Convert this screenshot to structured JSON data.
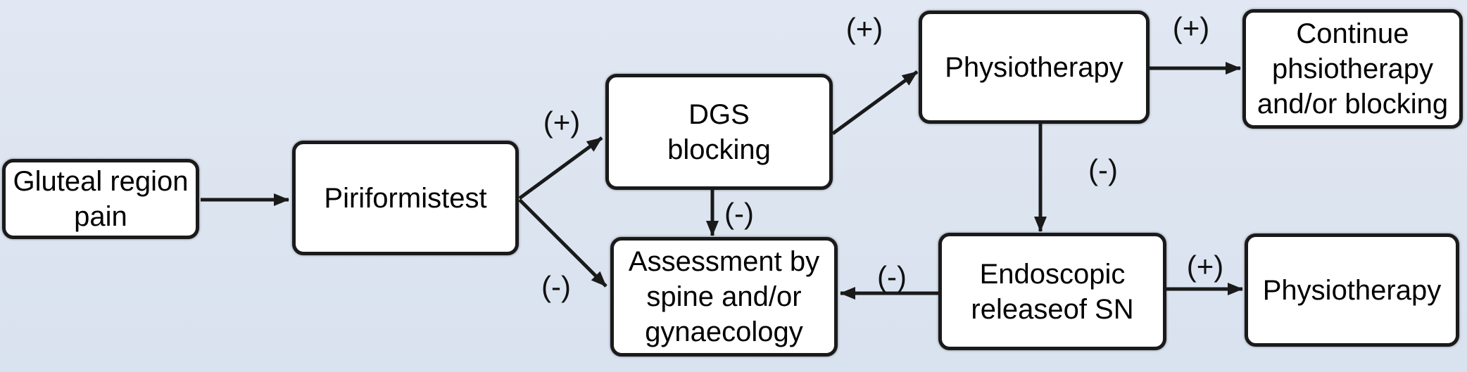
{
  "diagram": {
    "type": "flowchart",
    "colors": {
      "background": "#dde4f0",
      "node_fill": "#ffffff",
      "node_border": "#1a1a1a",
      "arrow": "#1a1a1a",
      "text": "#000000"
    },
    "nodes": [
      {
        "id": "gluteal-region-pain",
        "label": "Gluteal region\npain"
      },
      {
        "id": "piriformis-test",
        "label": "Piriformistest"
      },
      {
        "id": "dgs-blocking",
        "label": "DGS\nblocking"
      },
      {
        "id": "physiotherapy",
        "label": "Physiotherapy"
      },
      {
        "id": "continue-physiotherapy",
        "label": "Continue\nphsiotherapy\nand/or blocking"
      },
      {
        "id": "assessment",
        "label": "Assessment by\nspine and/or\ngynaecology"
      },
      {
        "id": "endoscopic-release",
        "label": "Endoscopic\nreleaseof SN"
      },
      {
        "id": "physiotherapy-2",
        "label": "Physiotherapy"
      }
    ],
    "edges": [
      {
        "from": "gluteal-region-pain",
        "to": "piriformis-test",
        "label": ""
      },
      {
        "from": "piriformis-test",
        "to": "dgs-blocking",
        "label": "(+)"
      },
      {
        "from": "piriformis-test",
        "to": "assessment",
        "label": "(-)"
      },
      {
        "from": "dgs-blocking",
        "to": "physiotherapy",
        "label": "(+)"
      },
      {
        "from": "dgs-blocking",
        "to": "assessment",
        "label": "(-)"
      },
      {
        "from": "physiotherapy",
        "to": "continue-physiotherapy",
        "label": "(+)"
      },
      {
        "from": "physiotherapy",
        "to": "endoscopic-release",
        "label": "(-)"
      },
      {
        "from": "endoscopic-release",
        "to": "assessment",
        "label": "(-)"
      },
      {
        "from": "endoscopic-release",
        "to": "physiotherapy-2",
        "label": "(+)"
      }
    ]
  }
}
